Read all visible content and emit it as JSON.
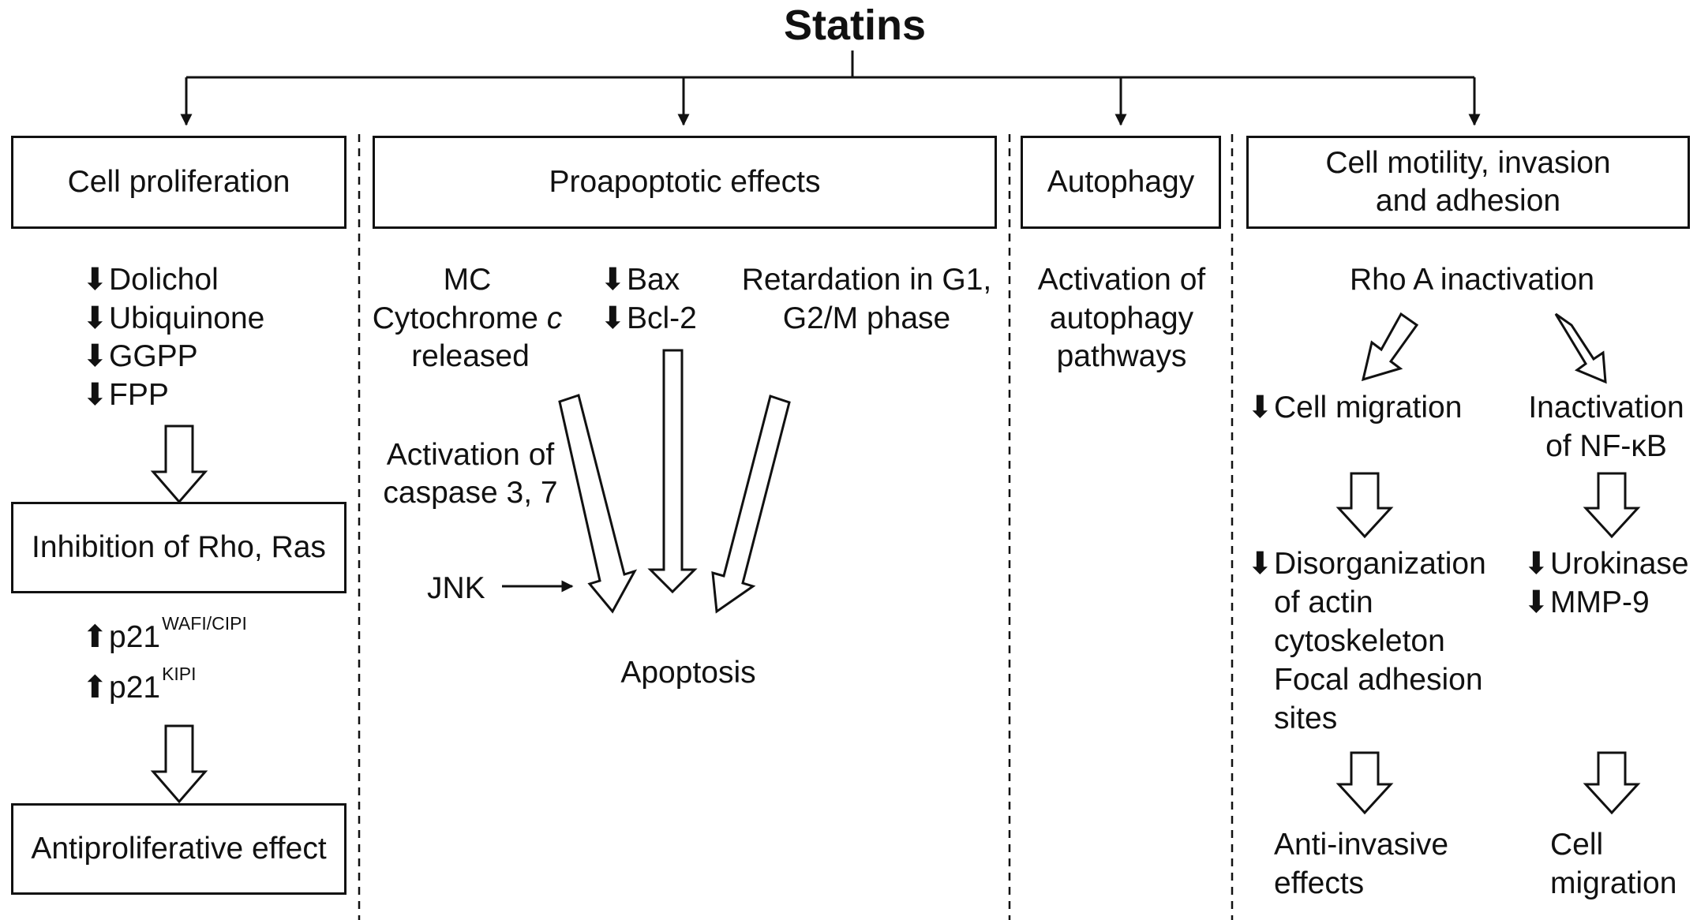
{
  "title": "Statins",
  "columns": {
    "proliferation": {
      "header": "Cell proliferation",
      "decreased": [
        "Dolichol",
        "Ubiquinone",
        "GGPP",
        "FPP"
      ],
      "middle_box": "Inhibition of Rho, Ras",
      "increased": [
        {
          "base": "p21",
          "sup": "WAFI/CIPI"
        },
        {
          "base": "p21",
          "sup": "KIPI"
        }
      ],
      "bottom_box": "Antiproliferative effect"
    },
    "apoptosis": {
      "header": "Proapoptotic effects",
      "mc_lines": [
        "MC",
        "Cytochrome",
        "c",
        "released"
      ],
      "decreased": [
        "Bax",
        "Bcl-2"
      ],
      "retardation": [
        "Retardation in G1,",
        "G2/M phase"
      ],
      "caspase": [
        "Activation of",
        "caspase 3, 7"
      ],
      "jnk": "JNK",
      "result": "Apoptosis"
    },
    "autophagy": {
      "header": "Autophagy",
      "text": [
        "Activation of",
        "autophagy",
        "pathways"
      ]
    },
    "motility": {
      "header": [
        "Cell motility, invasion",
        "and adhesion"
      ],
      "rho": "Rho A inactivation",
      "left_branch": {
        "label": "Cell migration",
        "effects": [
          "Disorganization",
          "of actin",
          "cytoskeleton",
          "Focal adhesion",
          "sites"
        ],
        "result": [
          "Anti-invasive",
          "effects"
        ]
      },
      "right_branch": {
        "label": [
          "Inactivation",
          "of NF-κB"
        ],
        "effects": [
          "Urokinase",
          "MMP-9"
        ],
        "result": [
          "Cell",
          "migration"
        ]
      }
    }
  },
  "symbols": {
    "down": "⬇",
    "up": "⬆"
  },
  "colors": {
    "line": "#111111",
    "background": "#ffffff"
  }
}
